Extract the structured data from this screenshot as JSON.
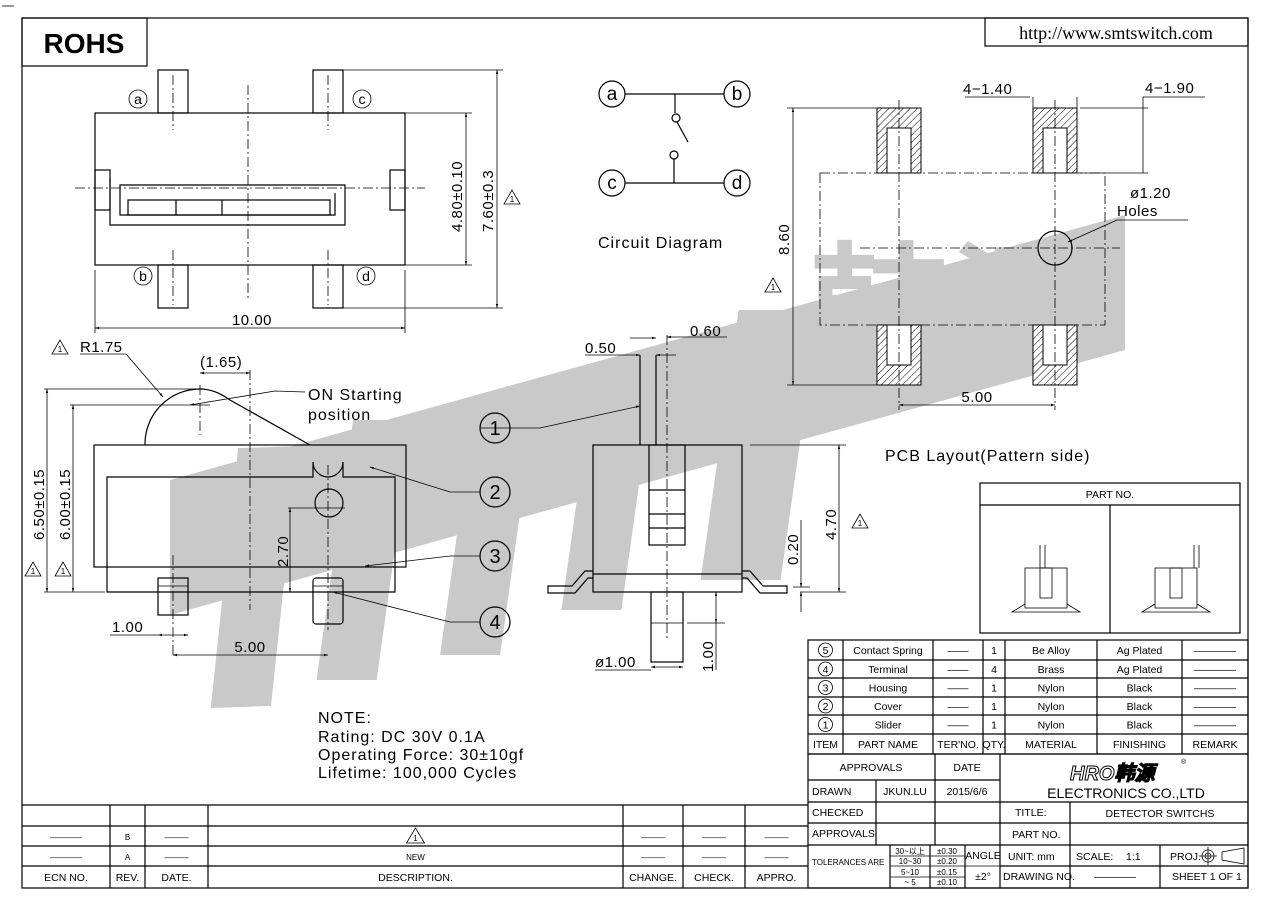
{
  "header": {
    "rohs": "ROHS",
    "url": "http://www.smtswitch.com"
  },
  "watermark": "HRO韩源",
  "top_view": {
    "terminals": [
      "a",
      "c",
      "b",
      "d"
    ],
    "dims": {
      "width": "10.00",
      "height_body": "4.80±0.10",
      "height_total": "7.60±0.3"
    },
    "rev_mark": "1"
  },
  "circuit": {
    "nodes": [
      "a",
      "b",
      "c",
      "d"
    ],
    "title": "Circuit Diagram"
  },
  "pcb": {
    "dim_pad_width": "4−1.40",
    "dim_pad_length": "4−1.90",
    "hole_size": "ø1.20",
    "hole_label": "Holes",
    "height": "8.60",
    "pitch": "5.00",
    "title": "PCB Layout(Pattern side)",
    "rev_mark": "1"
  },
  "side_view": {
    "radius": "R1.75",
    "offset": "(1.65)",
    "on_label_1": "ON Starting",
    "on_label_2": "position",
    "height_total": "6.50±0.15",
    "height_body": "6.00±0.15",
    "dim_270": "2.70",
    "dim_100": "1.00",
    "dim_500": "5.00",
    "rev_mark": "1",
    "callouts": [
      "1",
      "2",
      "3",
      "4"
    ]
  },
  "front_view": {
    "dim_050": "0.50",
    "dim_060": "0.60",
    "dim_470": "4.70",
    "dim_020": "0.20",
    "dim_100": "1.00",
    "dim_dia": "ø1.00",
    "rev_mark": "1"
  },
  "part_no_box": {
    "header": "PART NO."
  },
  "note": {
    "title": "NOTE:",
    "lines": [
      "Rating: DC 30V 0.1A",
      "Operating Force: 30±10gf",
      "Lifetime:   100,000 Cycles"
    ]
  },
  "bom": {
    "headers": [
      "ITEM",
      "PART NAME",
      "TER'NO.",
      "QTY.",
      "MATERIAL",
      "FINISHING",
      "REMARK"
    ],
    "rows": [
      {
        "item": "5",
        "name": "Contact Spring",
        "ter": "——",
        "qty": "1",
        "material": "Be Alloy",
        "finishing": "Ag Plated",
        "remark": "————"
      },
      {
        "item": "4",
        "name": "Terminal",
        "ter": "——",
        "qty": "4",
        "material": "Brass",
        "finishing": "Ag Plated",
        "remark": "————"
      },
      {
        "item": "3",
        "name": "Housing",
        "ter": "——",
        "qty": "1",
        "material": "Nylon",
        "finishing": "Black",
        "remark": "————"
      },
      {
        "item": "2",
        "name": "Cover",
        "ter": "——",
        "qty": "1",
        "material": "Nylon",
        "finishing": "Black",
        "remark": "————"
      },
      {
        "item": "1",
        "name": "Slider",
        "ter": "——",
        "qty": "1",
        "material": "Nylon",
        "finishing": "Black",
        "remark": "————"
      }
    ]
  },
  "title_block": {
    "approvals_header": "APPROVALS",
    "date_header": "DATE",
    "drawn_label": "DRAWN",
    "drawn_by": "JKUN.LU",
    "drawn_date": "2015/6/6",
    "checked_label": "CHECKED",
    "approvals_label": "APPROVALS",
    "company_logo": "HRO韩源",
    "company": "ELECTRONICS CO.,LTD",
    "title_label": "TITLE:",
    "title": "DETECTOR SWITCHS",
    "part_no_label": "PART NO.",
    "tolerances_label": "TOLERANCES ARE",
    "tolerances": [
      {
        "range": "30~以上",
        "value": "±0.30"
      },
      {
        "range": "10~30",
        "value": "±0.20"
      },
      {
        "range": "5~10",
        "value": "±0.15"
      },
      {
        "range": "~ 5",
        "value": "±0.10"
      }
    ],
    "angle_label": "ANGLE",
    "angle_value": "±2°",
    "unit": "UNIT:  mm",
    "scale_label": "SCALE:",
    "scale": "1:1",
    "proj_label": "PROJ.",
    "drawing_no_label": "DRAWING NO.",
    "drawing_no": "————",
    "sheet": "SHEET   1  OF  1"
  },
  "revisions": {
    "headers": [
      "ECN NO.",
      "REV.",
      "DATE.",
      "DESCRIPTION.",
      "CHANGE.",
      "CHECK.",
      "APPRO."
    ],
    "rows": [
      {
        "ecn": "————",
        "rev": "B",
        "date": "———",
        "description_mark": "1",
        "change": "———",
        "check": "———",
        "appro": "———"
      },
      {
        "ecn": "————",
        "rev": "A",
        "date": "———",
        "description": "NEW",
        "change": "———",
        "check": "———",
        "appro": "———"
      }
    ]
  }
}
